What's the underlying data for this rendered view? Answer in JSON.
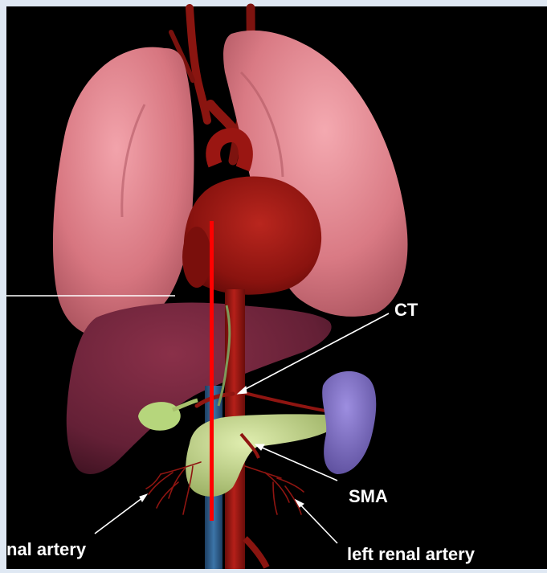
{
  "diagram": {
    "labels": {
      "ct": "CT",
      "sma": "SMA",
      "left_renal": "left renal artery",
      "right_renal": "nal artery"
    },
    "colors": {
      "background": "#000000",
      "frame": "#dfe8f3",
      "lung": "#dc7c86",
      "heart": "#8e1410",
      "liver": "#6a2236",
      "spleen": "#7c6bc0",
      "pancreas": "#c4d88c",
      "gallbladder": "#b6d67c",
      "aorta": "#9a1612",
      "vena_cava": "#2f5f8e",
      "marker": "#ff0000",
      "leader_line": "#ffffff"
    }
  }
}
